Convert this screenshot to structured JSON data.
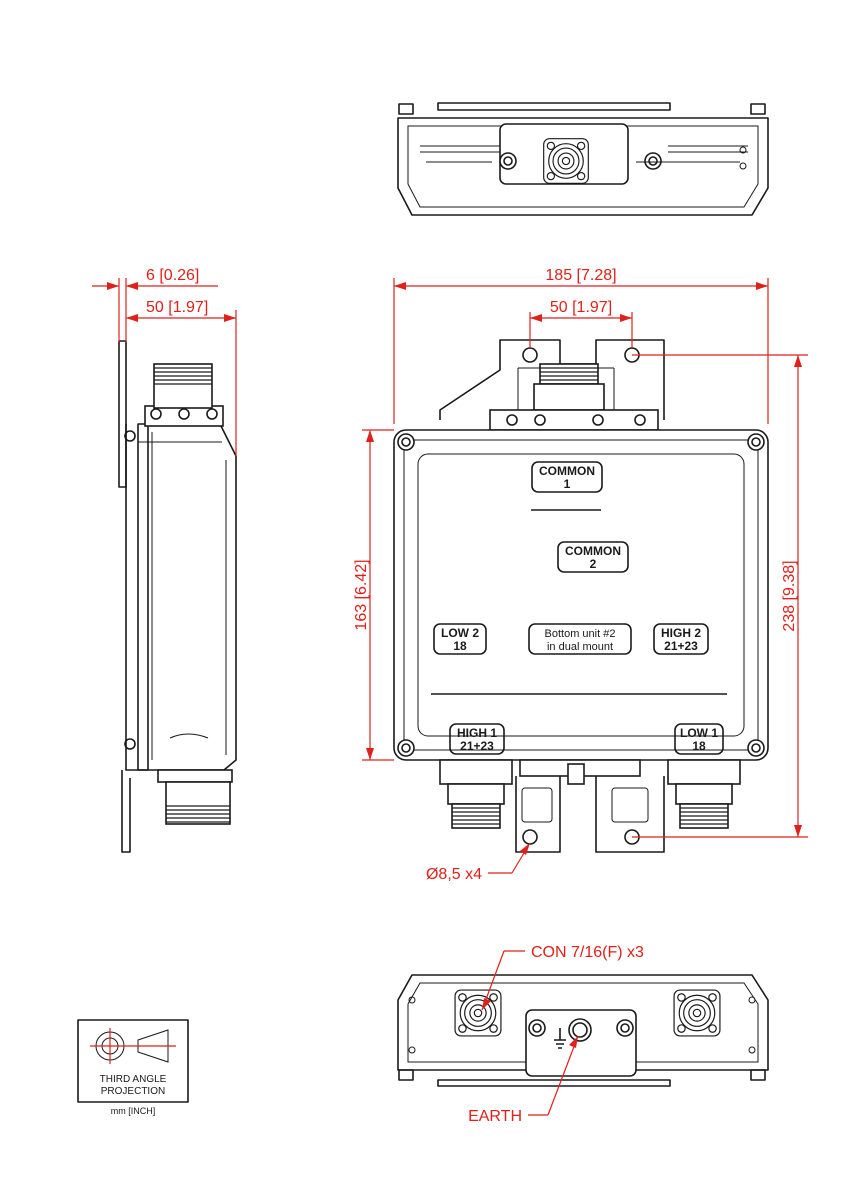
{
  "dimensions": {
    "width_total": "185 [7.28]",
    "hole_spacing": "50 [1.97]",
    "side_bracket": "6 [0.26]",
    "side_depth": "50 [1.97]",
    "height_body": "163 [6.42]",
    "height_total": "238 [9.38]"
  },
  "labels": {
    "common1_l1": "COMMON",
    "common1_l2": "1",
    "common2_l1": "COMMON",
    "common2_l2": "2",
    "low2_l1": "LOW 2",
    "low2_l2": "18",
    "high2_l1": "HIGH 2",
    "high2_l2": "21+23",
    "bottom_l1": "Bottom unit #2",
    "bottom_l2": "in dual mount",
    "high1_l1": "HIGH 1",
    "high1_l2": "21+23",
    "low1_l1": "LOW 1",
    "low1_l2": "18"
  },
  "callouts": {
    "holes": "Ø8,5 x4",
    "connectors": "CON 7/16(F) x3",
    "earth": "EARTH"
  },
  "projection": {
    "line1": "THIRD ANGLE",
    "line2": "PROJECTION",
    "units": "mm [INCH]"
  },
  "colors": {
    "line": "#1a1a1a",
    "dimension": "#e0201a"
  }
}
